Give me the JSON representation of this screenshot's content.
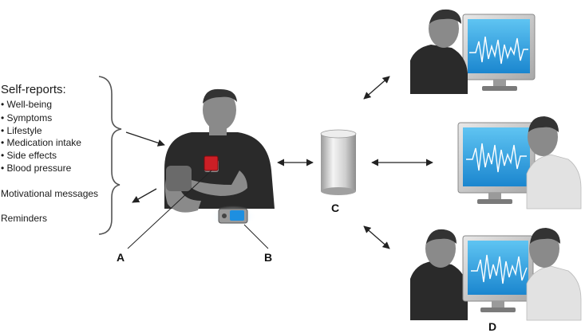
{
  "self_reports": {
    "heading": "Self-reports:",
    "items": [
      "Well-being",
      "Symptoms",
      "Lifestyle",
      "Medication intake",
      "Side effects",
      "Blood pressure"
    ]
  },
  "messages": {
    "motivational": "Motivational messages",
    "reminders": "Reminders"
  },
  "labels": {
    "a": "A",
    "b": "B",
    "c": "C",
    "d": "D"
  },
  "colors": {
    "skin": "#8a8a8a",
    "shirt_dark": "#2a2a2a",
    "shirt_light": "#e2e2e2",
    "hair": "#333333",
    "screen": "#2c9fe0",
    "monitor_frame": "#c9c9c9",
    "device_red": "#cc1f26",
    "device_blue": "#1e8fe0"
  }
}
